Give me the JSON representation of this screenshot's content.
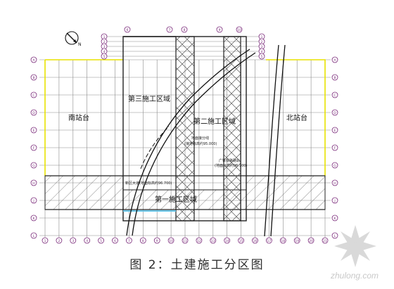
{
  "diagram": {
    "caption": "图 2：土建施工分区图",
    "regions": {
      "south_platform": "南站台",
      "north_platform": "北站台",
      "zone_one": "第一施工区域",
      "zone_two": "第二施工区域",
      "zone_three": "第三施工区域"
    },
    "annotations": {
      "pier_label": "地面接分线",
      "pier_note": "(接地标高约95.000)",
      "rail_label": "广铁铁路路轨",
      "rail_note": "(地面标高约96.700)",
      "road_label": "新区大道(地面标高约96.700)"
    },
    "grid": {
      "left_axis": [
        "A",
        "B",
        "C",
        "D",
        "E",
        "F",
        "G",
        "H",
        "J",
        "K",
        "L"
      ],
      "top_axis": [
        "1",
        "2",
        "3",
        "4",
        "5",
        "6",
        "7",
        "8",
        "9",
        "10",
        "11",
        "12",
        "13",
        "14",
        "15",
        "16",
        "17",
        "18",
        "19",
        "20",
        "21"
      ]
    },
    "colors": {
      "line": "#333333",
      "grid": "#8a8a8a",
      "bubble": "#7a2a7a",
      "platform_edge": "#e8e200",
      "water": "#66c5e8"
    }
  },
  "watermark": {
    "text": "zhulong.com"
  }
}
